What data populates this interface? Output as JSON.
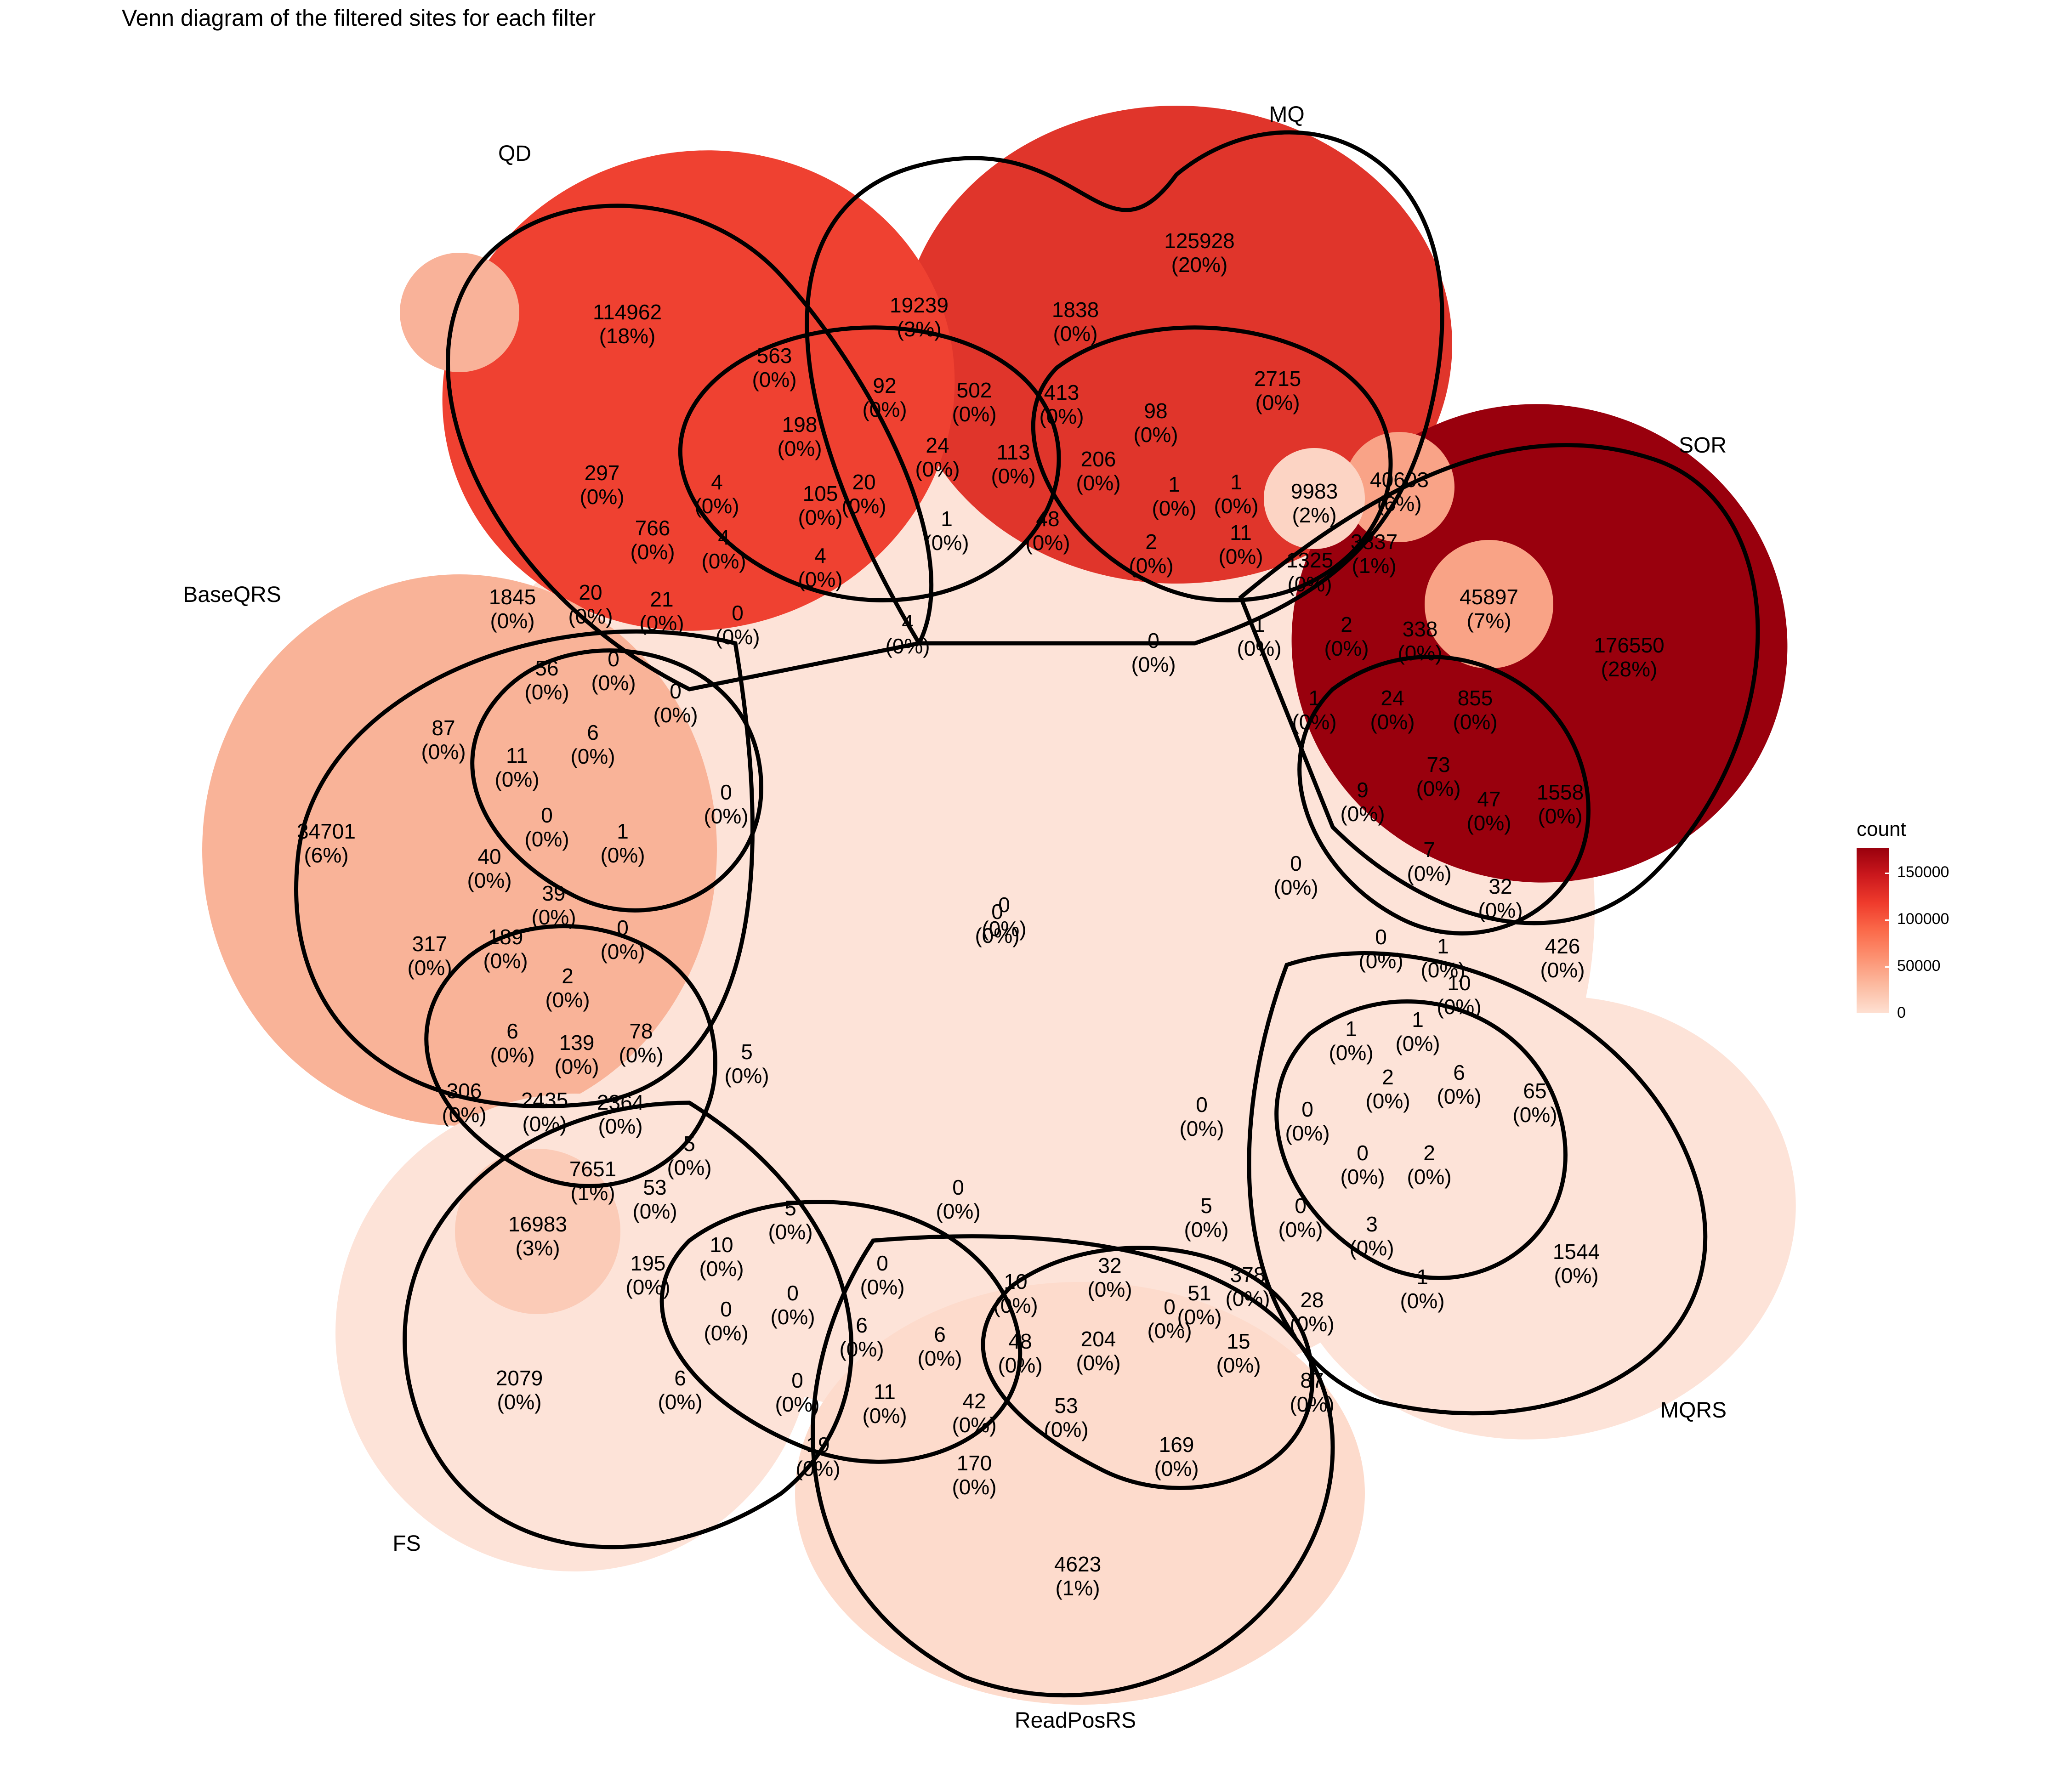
{
  "title": "Venn diagram of the filtered sites for each filter",
  "colors": {
    "outline": "#000000",
    "scale": [
      "#fee0d2",
      "#fcbba1",
      "#fc9272",
      "#fb6a4a",
      "#ef3b2c",
      "#cb181d",
      "#99000d"
    ]
  },
  "sets": [
    {
      "name": "QD"
    },
    {
      "name": "MQ"
    },
    {
      "name": "SOR"
    },
    {
      "name": "BaseQRS"
    },
    {
      "name": "MQRS"
    },
    {
      "name": "FS"
    },
    {
      "name": "ReadPosRS"
    }
  ],
  "regions": [
    {
      "count": "125928",
      "pct": "(20%)",
      "fill": "#e0352b"
    },
    {
      "count": "19239",
      "pct": "(3%)",
      "fill": "#f9b299"
    },
    {
      "count": "1838",
      "pct": "(0%)",
      "fill": "#fde3d8"
    },
    {
      "count": "114962",
      "pct": "(18%)",
      "fill": "#ef4131"
    },
    {
      "count": "563",
      "pct": "(0%)",
      "fill": "#fde3d8"
    },
    {
      "count": "92",
      "pct": "(0%)",
      "fill": "#fde3d8"
    },
    {
      "count": "502",
      "pct": "(0%)",
      "fill": "#fde3d8"
    },
    {
      "count": "413",
      "pct": "(0%)",
      "fill": "#fde3d8"
    },
    {
      "count": "2715",
      "pct": "(0%)",
      "fill": "#fde3d8"
    },
    {
      "count": "98",
      "pct": "(0%)",
      "fill": "#fde3d8"
    },
    {
      "count": "198",
      "pct": "(0%)",
      "fill": "#fde3d8"
    },
    {
      "count": "24",
      "pct": "(0%)",
      "fill": "#fde3d8"
    },
    {
      "count": "113",
      "pct": "(0%)",
      "fill": "#fde3d8"
    },
    {
      "count": "206",
      "pct": "(0%)",
      "fill": "#fde3d8"
    },
    {
      "count": "1",
      "pct": "(0%)",
      "fill": "#fde3d8"
    },
    {
      "count": "297",
      "pct": "(0%)",
      "fill": "#fde3d8"
    },
    {
      "count": "4",
      "pct": "(0%)",
      "fill": "#fde3d8"
    },
    {
      "count": "105",
      "pct": "(0%)",
      "fill": "#fde3d8"
    },
    {
      "count": "20",
      "pct": "(0%)",
      "fill": "#fde3d8"
    },
    {
      "count": "1",
      "pct": "(0%)",
      "fill": "#fde3d8"
    },
    {
      "count": "40603",
      "pct": "(6%)",
      "fill": "#f9a387"
    },
    {
      "count": "9983",
      "pct": "(2%)",
      "fill": "#fcd4c4"
    },
    {
      "count": "766",
      "pct": "(0%)",
      "fill": "#fde3d8"
    },
    {
      "count": "4",
      "pct": "(0%)",
      "fill": "#fde3d8"
    },
    {
      "count": "4",
      "pct": "(0%)",
      "fill": "#fde3d8"
    },
    {
      "count": "1",
      "pct": "(0%)",
      "fill": "#fde3d8"
    },
    {
      "count": "48",
      "pct": "(0%)",
      "fill": "#fde3d8"
    },
    {
      "count": "2",
      "pct": "(0%)",
      "fill": "#fde3d8"
    },
    {
      "count": "11",
      "pct": "(0%)",
      "fill": "#fde3d8"
    },
    {
      "count": "3837",
      "pct": "(1%)",
      "fill": "#fde3d8"
    },
    {
      "count": "1325",
      "pct": "(0%)",
      "fill": "#fde3d8"
    },
    {
      "count": "45897",
      "pct": "(7%)",
      "fill": "#f9a386"
    },
    {
      "count": "176550",
      "pct": "(28%)",
      "fill": "#99000d"
    },
    {
      "count": "1845",
      "pct": "(0%)",
      "fill": "#fde3d8"
    },
    {
      "count": "20",
      "pct": "(0%)",
      "fill": "#fde3d8"
    },
    {
      "count": "21",
      "pct": "(0%)",
      "fill": "#fde3d8"
    },
    {
      "count": "0",
      "pct": "(0%)",
      "fill": "#fde3d8"
    },
    {
      "count": "4",
      "pct": "(0%)",
      "fill": "#fde3d8"
    },
    {
      "count": "0",
      "pct": "(0%)",
      "fill": "#fde3d8"
    },
    {
      "count": "1",
      "pct": "(0%)",
      "fill": "#fde3d8"
    },
    {
      "count": "2",
      "pct": "(0%)",
      "fill": "#fde3d8"
    },
    {
      "count": "338",
      "pct": "(0%)",
      "fill": "#fde3d8"
    },
    {
      "count": "56",
      "pct": "(0%)",
      "fill": "#fde3d8"
    },
    {
      "count": "0",
      "pct": "(0%)",
      "fill": "#fde3d8"
    },
    {
      "count": "0",
      "pct": "(0%)",
      "fill": "#fde3d8"
    },
    {
      "count": "1",
      "pct": "(0%)",
      "fill": "#fde3d8"
    },
    {
      "count": "24",
      "pct": "(0%)",
      "fill": "#fde3d8"
    },
    {
      "count": "855",
      "pct": "(0%)",
      "fill": "#fde3d8"
    },
    {
      "count": "87",
      "pct": "(0%)",
      "fill": "#fde3d8"
    },
    {
      "count": "11",
      "pct": "(0%)",
      "fill": "#fde3d8"
    },
    {
      "count": "6",
      "pct": "(0%)",
      "fill": "#fde3d8"
    },
    {
      "count": "0",
      "pct": "(0%)",
      "fill": "#fde3d8"
    },
    {
      "count": "9",
      "pct": "(0%)",
      "fill": "#fde3d8"
    },
    {
      "count": "73",
      "pct": "(0%)",
      "fill": "#fde3d8"
    },
    {
      "count": "47",
      "pct": "(0%)",
      "fill": "#fde3d8"
    },
    {
      "count": "1558",
      "pct": "(0%)",
      "fill": "#fde3d8"
    },
    {
      "count": "34701",
      "pct": "(6%)",
      "fill": "#f9b398"
    },
    {
      "count": "0",
      "pct": "(0%)",
      "fill": "#fde3d8"
    },
    {
      "count": "1",
      "pct": "(0%)",
      "fill": "#fde3d8"
    },
    {
      "count": "40",
      "pct": "(0%)",
      "fill": "#fde3d8"
    },
    {
      "count": "0",
      "pct": "(0%)",
      "fill": "#fde3d8"
    },
    {
      "count": "7",
      "pct": "(0%)",
      "fill": "#fde3d8"
    },
    {
      "count": "0",
      "pct": "(0%)",
      "fill": "#fde3d8"
    },
    {
      "count": "39",
      "pct": "(0%)",
      "fill": "#fde3d8"
    },
    {
      "count": "32",
      "pct": "(0%)",
      "fill": "#fde3d8"
    },
    {
      "count": "317",
      "pct": "(0%)",
      "fill": "#fde3d8"
    },
    {
      "count": "189",
      "pct": "(0%)",
      "fill": "#fde3d8"
    },
    {
      "count": "0",
      "pct": "(0%)",
      "fill": "#fde3d8"
    },
    {
      "count": "0",
      "pct": "(0%)",
      "fill": "#fde3d8"
    },
    {
      "count": "1",
      "pct": "(0%)",
      "fill": "#fde3d8"
    },
    {
      "count": "426",
      "pct": "(0%)",
      "fill": "#fde3d8"
    },
    {
      "count": "2",
      "pct": "(0%)",
      "fill": "#fde3d8"
    },
    {
      "count": "10",
      "pct": "(0%)",
      "fill": "#fde3d8"
    },
    {
      "count": "6",
      "pct": "(0%)",
      "fill": "#fde3d8"
    },
    {
      "count": "78",
      "pct": "(0%)",
      "fill": "#fde3d8"
    },
    {
      "count": "5",
      "pct": "(0%)",
      "fill": "#fde3d8"
    },
    {
      "count": "1",
      "pct": "(0%)",
      "fill": "#fde3d8"
    },
    {
      "count": "1",
      "pct": "(0%)",
      "fill": "#fde3d8"
    },
    {
      "count": "139",
      "pct": "(0%)",
      "fill": "#fde3d8"
    },
    {
      "count": "306",
      "pct": "(0%)",
      "fill": "#fde3d8"
    },
    {
      "count": "2",
      "pct": "(0%)",
      "fill": "#fde3d8"
    },
    {
      "count": "6",
      "pct": "(0%)",
      "fill": "#fde3d8"
    },
    {
      "count": "65",
      "pct": "(0%)",
      "fill": "#fde3d8"
    },
    {
      "count": "2435",
      "pct": "(0%)",
      "fill": "#fde3d8"
    },
    {
      "count": "2364",
      "pct": "(0%)",
      "fill": "#fde3d8"
    },
    {
      "count": "0",
      "pct": "(0%)",
      "fill": "#fde3d8"
    },
    {
      "count": "0",
      "pct": "(0%)",
      "fill": "#fde3d8"
    },
    {
      "count": "5",
      "pct": "(0%)",
      "fill": "#fde3d8"
    },
    {
      "count": "0",
      "pct": "(0%)",
      "fill": "#fde3d8"
    },
    {
      "count": "2",
      "pct": "(0%)",
      "fill": "#fde3d8"
    },
    {
      "count": "7651",
      "pct": "(1%)",
      "fill": "#fde3d8"
    },
    {
      "count": "53",
      "pct": "(0%)",
      "fill": "#fde3d8"
    },
    {
      "count": "0",
      "pct": "(0%)",
      "fill": "#fde3d8"
    },
    {
      "count": "16983",
      "pct": "(3%)",
      "fill": "#fbcbb7"
    },
    {
      "count": "5",
      "pct": "(0%)",
      "fill": "#fde3d8"
    },
    {
      "count": "5",
      "pct": "(0%)",
      "fill": "#fde3d8"
    },
    {
      "count": "0",
      "pct": "(0%)",
      "fill": "#fde3d8"
    },
    {
      "count": "3",
      "pct": "(0%)",
      "fill": "#fde3d8"
    },
    {
      "count": "1544",
      "pct": "(0%)",
      "fill": "#fde3d8"
    },
    {
      "count": "10",
      "pct": "(0%)",
      "fill": "#fde3d8"
    },
    {
      "count": "195",
      "pct": "(0%)",
      "fill": "#fde3d8"
    },
    {
      "count": "0",
      "pct": "(0%)",
      "fill": "#fde3d8"
    },
    {
      "count": "0",
      "pct": "(0%)",
      "fill": "#fde3d8"
    },
    {
      "count": "10",
      "pct": "(0%)",
      "fill": "#fde3d8"
    },
    {
      "count": "32",
      "pct": "(0%)",
      "fill": "#fde3d8"
    },
    {
      "count": "378",
      "pct": "(0%)",
      "fill": "#fde3d8"
    },
    {
      "count": "1",
      "pct": "(0%)",
      "fill": "#fde3d8"
    },
    {
      "count": "0",
      "pct": "(0%)",
      "fill": "#fde3d8"
    },
    {
      "count": "51",
      "pct": "(0%)",
      "fill": "#fde3d8"
    },
    {
      "count": "28",
      "pct": "(0%)",
      "fill": "#fde3d8"
    },
    {
      "count": "0",
      "pct": "(0%)",
      "fill": "#fde3d8"
    },
    {
      "count": "6",
      "pct": "(0%)",
      "fill": "#fde3d8"
    },
    {
      "count": "6",
      "pct": "(0%)",
      "fill": "#fde3d8"
    },
    {
      "count": "48",
      "pct": "(0%)",
      "fill": "#fde3d8"
    },
    {
      "count": "204",
      "pct": "(0%)",
      "fill": "#fde3d8"
    },
    {
      "count": "15",
      "pct": "(0%)",
      "fill": "#fde3d8"
    },
    {
      "count": "87",
      "pct": "(0%)",
      "fill": "#fde3d8"
    },
    {
      "count": "2079",
      "pct": "(0%)",
      "fill": "#fde3d8"
    },
    {
      "count": "6",
      "pct": "(0%)",
      "fill": "#fde3d8"
    },
    {
      "count": "0",
      "pct": "(0%)",
      "fill": "#fde3d8"
    },
    {
      "count": "11",
      "pct": "(0%)",
      "fill": "#fde3d8"
    },
    {
      "count": "42",
      "pct": "(0%)",
      "fill": "#fde3d8"
    },
    {
      "count": "53",
      "pct": "(0%)",
      "fill": "#fde3d8"
    },
    {
      "count": "19",
      "pct": "(0%)",
      "fill": "#fde3d8"
    },
    {
      "count": "170",
      "pct": "(0%)",
      "fill": "#fde3d8"
    },
    {
      "count": "169",
      "pct": "(0%)",
      "fill": "#fde3d8"
    },
    {
      "count": "4623",
      "pct": "(1%)",
      "fill": "#fddbcc"
    },
    {
      "count": "0",
      "pct": "(0%)",
      "fill": "#fde3d8"
    }
  ],
  "legend": {
    "title": "count",
    "ticks": [
      {
        "label": "150000",
        "value": 150000
      },
      {
        "label": "100000",
        "value": 100000
      },
      {
        "label": "50000",
        "value": 50000
      },
      {
        "label": "0",
        "value": 0
      }
    ],
    "max": 176550
  }
}
